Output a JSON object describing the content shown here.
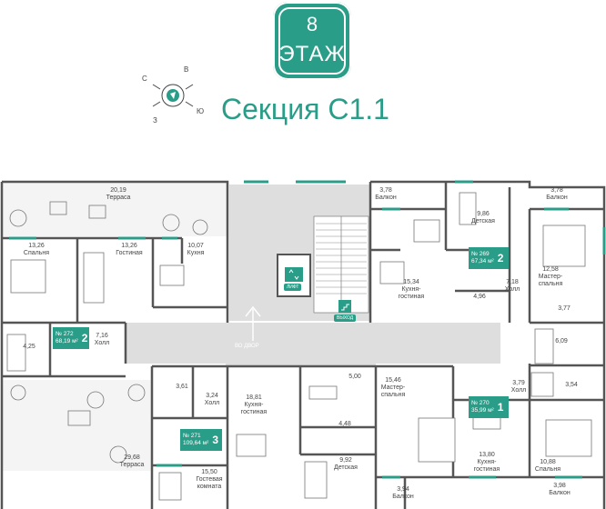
{
  "header": {
    "floor_number": "8",
    "floor_word": "ЭТАЖ",
    "section_title": "Секция С1.1"
  },
  "compass": {
    "north": "С",
    "east": "В",
    "south": "Ю",
    "west": "З"
  },
  "signs": {
    "lift": "ЛИФТ",
    "stairs": "ВЫХОД",
    "courtyard": "ВО ДВОР"
  },
  "apartments": [
    {
      "number": "№ 272",
      "area": "68,19 м²",
      "rooms": "2"
    },
    {
      "number": "№ 271",
      "area": "109,64 м²",
      "rooms": "3"
    },
    {
      "number": "№ 269",
      "area": "67,34 м²",
      "rooms": "2"
    },
    {
      "number": "№ 270",
      "area": "35,99 м²",
      "rooms": "1"
    }
  ],
  "rooms": [
    {
      "area": "20,19",
      "name": "Терраса"
    },
    {
      "area": "13,26",
      "name": "Спальня"
    },
    {
      "area": "13,26",
      "name": "Гостиная"
    },
    {
      "area": "10,07",
      "name": "Кухня"
    },
    {
      "area": "4,25",
      "name": ""
    },
    {
      "area": "7,16",
      "name": "Холл"
    },
    {
      "area": "3,78",
      "name": "Балкон"
    },
    {
      "area": "9,86",
      "name": "Детская"
    },
    {
      "area": "3,78",
      "name": "Балкон"
    },
    {
      "area": "15,34",
      "name": "Кухня-гостиная"
    },
    {
      "area": "4,96",
      "name": ""
    },
    {
      "area": "7,18",
      "name": "Холл"
    },
    {
      "area": "12,58",
      "name": "Мастер-спальня"
    },
    {
      "area": "3,77",
      "name": ""
    },
    {
      "area": "6,09",
      "name": ""
    },
    {
      "area": "3,61",
      "name": ""
    },
    {
      "area": "3,24",
      "name": "Холл"
    },
    {
      "area": "18,81",
      "name": "Кухня-гостиная"
    },
    {
      "area": "5,00",
      "name": ""
    },
    {
      "area": "15,46",
      "name": "Мастер-спальня"
    },
    {
      "area": "3,79",
      "name": "Холл"
    },
    {
      "area": "3,54",
      "name": ""
    },
    {
      "area": "4,48",
      "name": ""
    },
    {
      "area": "29,68",
      "name": "Терраса"
    },
    {
      "area": "9,92",
      "name": "Детская"
    },
    {
      "area": "13,80",
      "name": "Кухня-гостиная"
    },
    {
      "area": "10,88",
      "name": "Спальня"
    },
    {
      "area": "15,50",
      "name": "Гостевая комната"
    },
    {
      "area": "3,94",
      "name": "Балкон"
    },
    {
      "area": "3,98",
      "name": "Балкон"
    }
  ],
  "colors": {
    "accent": "#2a9d88",
    "wall": "#555555",
    "corridor": "#d9d9d9"
  }
}
